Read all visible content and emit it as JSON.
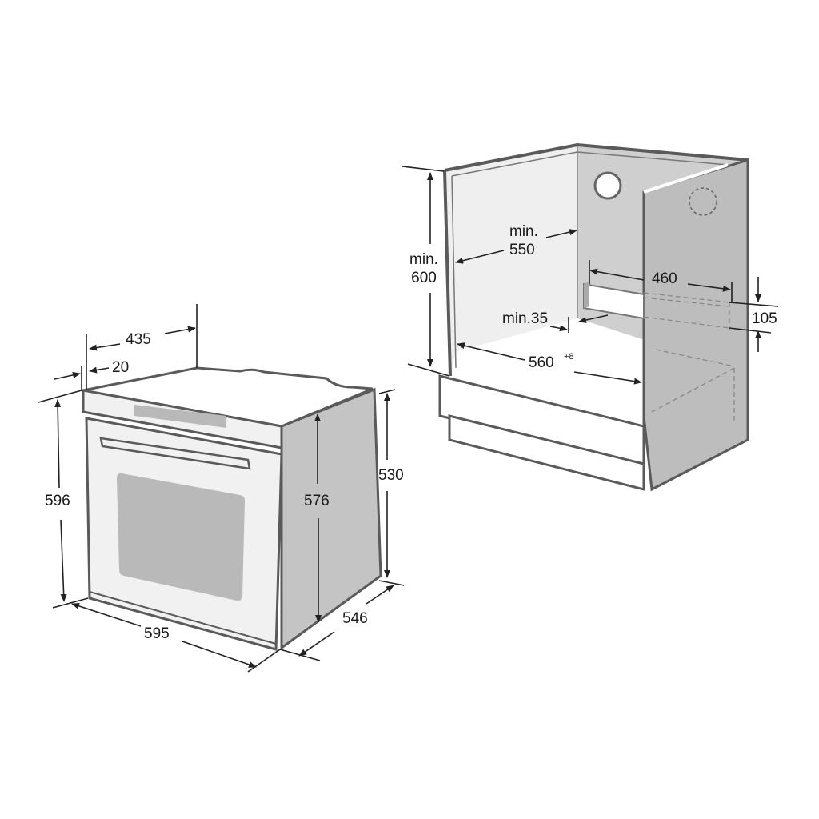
{
  "colors": {
    "outline": "#5a5a5a",
    "side_panel": "#c4c4c4",
    "front_panel": "#f1f1f1",
    "window": "#b9b9b9",
    "cabinet_back": "#cfcfcf",
    "cabinet_side": "#bdbdbd",
    "cabinet_left": "#efefef",
    "dimension_line": "#222222"
  },
  "oven": {
    "labels": {
      "depth_top": "435",
      "front_offset": "20",
      "total_height": "596",
      "body_height": "576",
      "side_height": "530",
      "width": "595",
      "depth": "546"
    }
  },
  "cabinet": {
    "labels": {
      "min_height_a": "min.",
      "min_height_b": "600",
      "min_depth_a": "min.",
      "min_depth_b": "550",
      "vent_width": "460",
      "vent_height": "105",
      "min_gap": "min.35",
      "inner_width": "560",
      "inner_width_tol": "+8"
    }
  }
}
